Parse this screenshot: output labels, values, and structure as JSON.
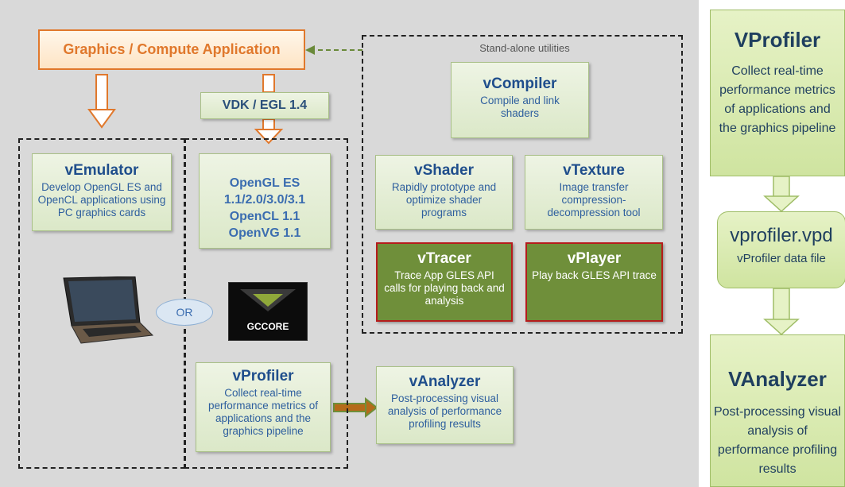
{
  "app": {
    "title": "Graphics / Compute Application",
    "vdk": "VDK / EGL 1.4",
    "standalone_label": "Stand-alone utilities",
    "or_label": "OR",
    "gccore_label": "GCCORE"
  },
  "emulator": {
    "title": "vEmulator",
    "desc": "Develop OpenGL ES and OpenCL applications using PC graphics cards"
  },
  "apis": {
    "l1": "OpenGL ES",
    "l2": "1.1/2.0/3.0/3.1",
    "l3": "OpenCL 1.1",
    "l4": "OpenVG 1.1"
  },
  "profiler_left": {
    "title": "vProfiler",
    "desc": "Collect real-time performance metrics of applications and the graphics pipeline"
  },
  "analyzer_left": {
    "title": "vAnalyzer",
    "desc": "Post-processing visual analysis of performance profiling results"
  },
  "compiler": {
    "title": "vCompiler",
    "desc": "Compile and link shaders"
  },
  "shader": {
    "title": "vShader",
    "desc": "Rapidly prototype and optimize shader programs"
  },
  "texture": {
    "title": "vTexture",
    "desc": "Image transfer compression-decompression tool"
  },
  "tracer": {
    "title": "vTracer",
    "desc": "Trace App GLES API calls for playing back and analysis"
  },
  "player": {
    "title": "vPlayer",
    "desc": "Play back GLES API trace"
  },
  "right": {
    "profiler_title": "VProfiler",
    "profiler_desc": "Collect real-time performance metrics of applications and the graphics pipeline",
    "vpd_title": "vprofiler.vpd",
    "vpd_desc": "vProfiler data file",
    "analyzer_title": "VAnalyzer",
    "analyzer_desc": "Post-processing visual analysis of performance profiling results"
  }
}
